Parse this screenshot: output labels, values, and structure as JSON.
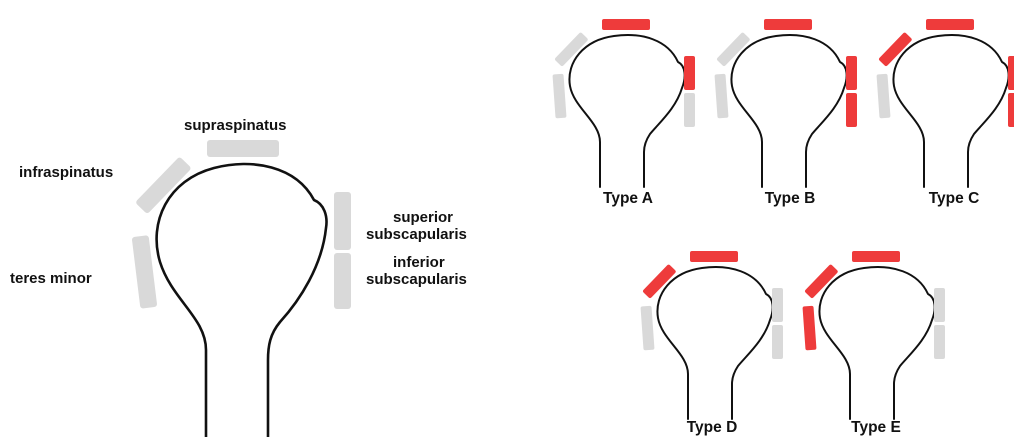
{
  "colors": {
    "intact": "#d9d9d9",
    "torn": "#ee3b3b",
    "outline": "#111111",
    "highlight_label": "#5a1010"
  },
  "anatomy_labels": {
    "supraspinatus": "supraspinatus",
    "infraspinatus": "infraspinatus",
    "teres_minor": "teres minor",
    "superior_subscapularis": [
      "superior",
      "subscapularis"
    ],
    "inferior_subscapularis": [
      "inferior",
      "subscapularis"
    ]
  },
  "types": [
    {
      "label": "Type A",
      "highlighted": true,
      "torn": {
        "supraspinatus": true,
        "infraspinatus": false,
        "teres_minor": false,
        "superior_subscapularis": true,
        "inferior_subscapularis": false
      }
    },
    {
      "label": "Type B",
      "highlighted": false,
      "torn": {
        "supraspinatus": true,
        "infraspinatus": false,
        "teres_minor": false,
        "superior_subscapularis": true,
        "inferior_subscapularis": true
      }
    },
    {
      "label": "Type C",
      "highlighted": false,
      "torn": {
        "supraspinatus": true,
        "infraspinatus": true,
        "teres_minor": false,
        "superior_subscapularis": true,
        "inferior_subscapularis": true
      }
    },
    {
      "label": "Type D",
      "highlighted": false,
      "torn": {
        "supraspinatus": true,
        "infraspinatus": true,
        "teres_minor": false,
        "superior_subscapularis": false,
        "inferior_subscapularis": false
      }
    },
    {
      "label": "Type E",
      "highlighted": false,
      "torn": {
        "supraspinatus": true,
        "infraspinatus": true,
        "teres_minor": true,
        "superior_subscapularis": false,
        "inferior_subscapularis": false
      }
    }
  ]
}
